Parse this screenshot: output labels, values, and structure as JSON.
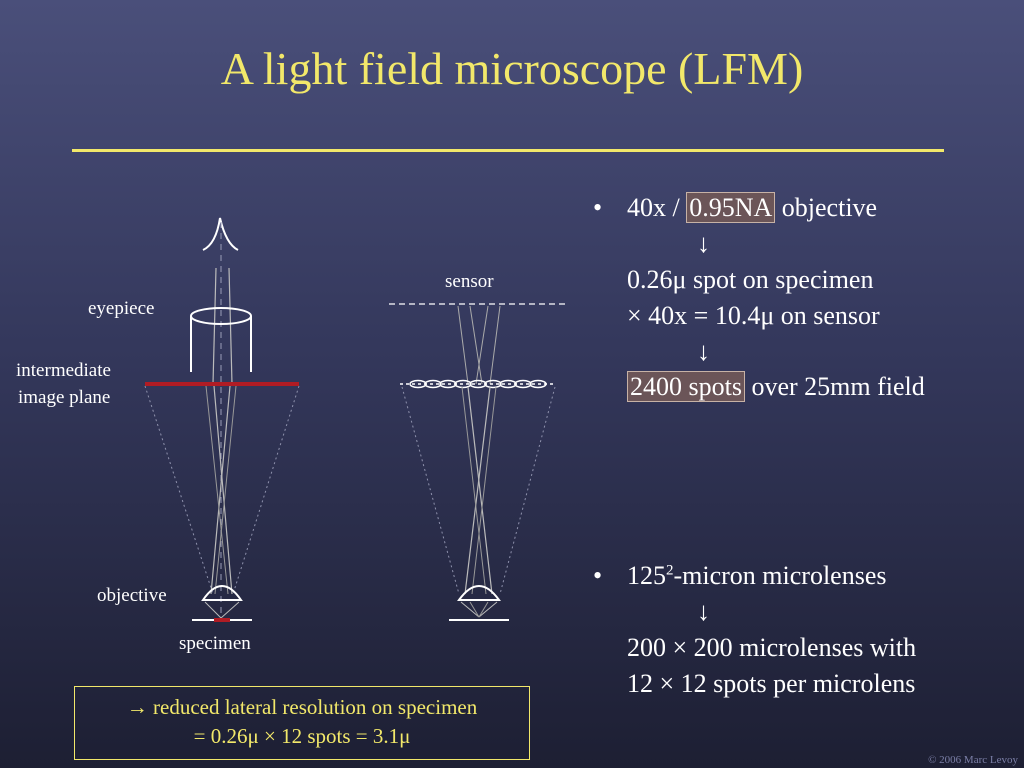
{
  "title": "A light field microscope (LFM)",
  "labels": {
    "eyepiece": "eyepiece",
    "intermediate_1": "intermediate",
    "intermediate_2": "image plane",
    "objective": "objective",
    "specimen": "specimen",
    "sensor": "sensor"
  },
  "bullets": {
    "b1_pre": "40x /",
    "b1_hl": "0.95NA",
    "b1_post": "objective",
    "arrow": "↓",
    "b1_line2": "0.26μ spot on specimen",
    "b1_line3": "× 40x = 10.4μ on sensor",
    "b1_hl2": "2400 spots",
    "b1_line4_post": "over 25mm field",
    "b2_pre": "125",
    "b2_sup": "2",
    "b2_post": "-micron microlenses",
    "b2_line2": "200 × 200 microlenses with",
    "b2_line3": "12 × 12 spots per microlens"
  },
  "note": {
    "line1": "→  reduced lateral resolution on specimen",
    "line2": "=  0.26μ × 12 spots  =  3.1μ"
  },
  "copyright": "© 2006 Marc Levoy",
  "colors": {
    "title": "#f2e86a",
    "highlight": "#6b5558",
    "plane_red": "#b01c24"
  }
}
